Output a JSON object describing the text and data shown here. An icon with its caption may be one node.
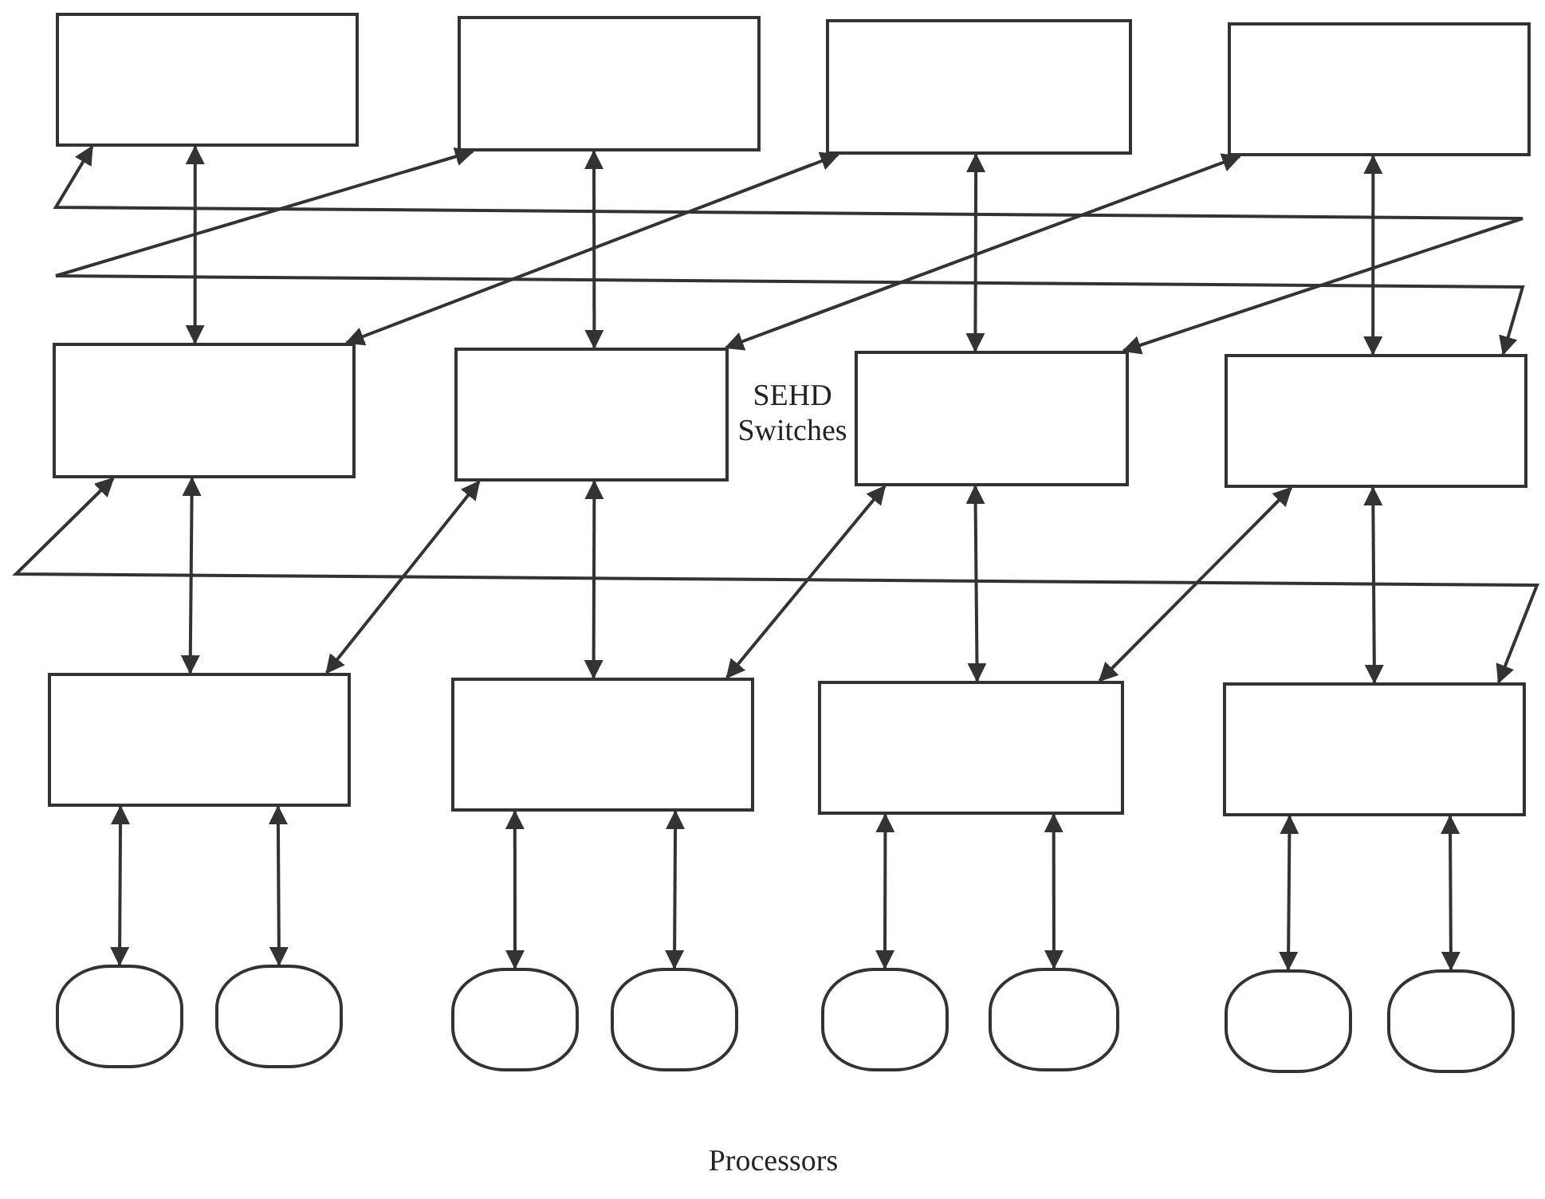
{
  "diagram": {
    "nodes": [
      {
        "text": [],
        "shape": "box"
      },
      {
        "text": [],
        "shape": "box"
      },
      {
        "text": [],
        "shape": "box"
      },
      {
        "text": [],
        "shape": "box"
      },
      {
        "text": [],
        "shape": "box"
      },
      {
        "text": [],
        "shape": "box"
      },
      {
        "text": [],
        "shape": "box"
      },
      {
        "text": [],
        "shape": "box"
      },
      {
        "text": [],
        "shape": "box"
      },
      {
        "text": [],
        "shape": "box"
      },
      {
        "text": [],
        "shape": "box"
      },
      {
        "text": [],
        "shape": "box"
      },
      {
        "text": [],
        "shape": "circle"
      },
      {
        "text": [],
        "shape": "circle"
      },
      {
        "text": [],
        "shape": "circle"
      },
      {
        "text": [],
        "shape": "circle"
      },
      {
        "text": [],
        "shape": "circle"
      },
      {
        "text": [],
        "shape": "circle"
      },
      {
        "text": [],
        "shape": "circle"
      },
      {
        "text": [],
        "shape": "circle"
      }
    ],
    "edges": [
      {
        "from": 0,
        "to": 4,
        "arrow": "both"
      },
      {
        "from": 1,
        "to": 5,
        "arrow": "both"
      },
      {
        "from": 2,
        "to": 6,
        "arrow": "both"
      },
      {
        "from": 3,
        "to": 7,
        "arrow": "both"
      },
      {
        "from": 0,
        "to": 6,
        "arrow": "both"
      },
      {
        "from": 1,
        "to": 7,
        "arrow": "both"
      },
      {
        "from": 2,
        "to": 4,
        "arrow": "both"
      },
      {
        "from": 3,
        "to": 5,
        "arrow": "both"
      },
      {
        "from": 4,
        "to": 8,
        "arrow": "both"
      },
      {
        "from": 5,
        "to": 9,
        "arrow": "both"
      },
      {
        "from": 6,
        "to": 10,
        "arrow": "both"
      },
      {
        "from": 7,
        "to": 11,
        "arrow": "both"
      },
      {
        "from": 4,
        "to": 11,
        "arrow": "both"
      },
      {
        "from": 5,
        "to": 8,
        "arrow": "both"
      },
      {
        "from": 6,
        "to": 9,
        "arrow": "both"
      },
      {
        "from": 7,
        "to": 10,
        "arrow": "both"
      },
      {
        "from": 8,
        "to": 12,
        "arrow": "both"
      },
      {
        "from": 8,
        "to": 13,
        "arrow": "both"
      },
      {
        "from": 9,
        "to": 14,
        "arrow": "both"
      },
      {
        "from": 9,
        "to": 15,
        "arrow": "both"
      },
      {
        "from": 10,
        "to": 16,
        "arrow": "both"
      },
      {
        "from": 10,
        "to": 17,
        "arrow": "both"
      },
      {
        "from": 11,
        "to": 18,
        "arrow": "both"
      },
      {
        "from": 11,
        "to": 19,
        "arrow": "both"
      }
    ],
    "labels": [
      "SEHD Switches",
      "Processors"
    ]
  }
}
